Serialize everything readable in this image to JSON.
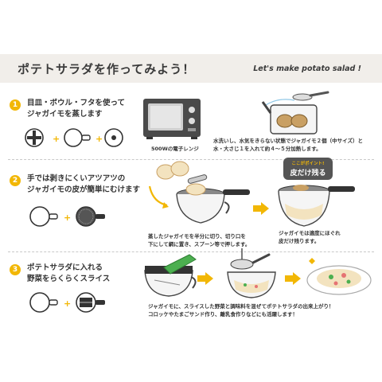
{
  "header": {
    "title_jp": "ポテトサラダを作ってみよう！",
    "title_en": "Let's make potato salad !"
  },
  "steps": [
    {
      "num": "1",
      "line1": "目皿・ボウル・フタを使って",
      "line2": "ジャガイモを蒸します"
    },
    {
      "num": "2",
      "line1": "手では剥きにくいアツアツの",
      "line2": "ジャガイモの皮が簡単にむけます"
    },
    {
      "num": "3",
      "line1": "ポテトサラダに入れる",
      "line2": "野菜をらくらくスライス"
    }
  ],
  "captions": {
    "microwave": "500Wの電子レンジ",
    "step1_line1": "水洗いし、水気をきらない状態でジャガイモ２個（中サイズ）と",
    "step1_line2": "水・大さじ１を入れて約４～５分加熱します。",
    "step2a_line1": "蒸したジャガイモを半分に切り、切り口を",
    "step2a_line2": "下にして網に置き、スプーン等で押します。",
    "step2b_line1": "ジャガイモは適度にほぐれ",
    "step2b_line2": "皮だけ残ります。",
    "step3_line1": "ジャガイモに、スライスした野菜と調味料を混ぜてポテトサラダの出来上がり！",
    "step3_line2": "コロッケやたまごサンド作り、離乳食作りなどにも活躍します！"
  },
  "badge": {
    "top": "ここがポイント!",
    "main": "皮だけ残る"
  },
  "colors": {
    "accent": "#f2b705",
    "banner": "#f1eeea",
    "dark": "#3a3a3a",
    "green": "#4caf50"
  }
}
